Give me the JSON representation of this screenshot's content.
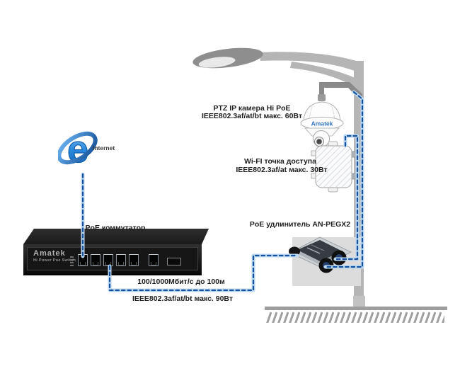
{
  "internet": {
    "label": "Internet"
  },
  "poe_switch": {
    "label": "PoE коммутатор",
    "brand": "Amatek",
    "model": "Hi Power Poe Switch"
  },
  "ptz_camera": {
    "label_line1": "PTZ IP камера Hi PoE",
    "label_line2": "IEEE802.3af/at/bt макс. 60Вт",
    "brand": "Amatek"
  },
  "wifi_ap": {
    "label_line1": "Wi-FI точка доступа",
    "label_line2": "IEEE802.3af/at макс. 30Вт"
  },
  "poe_extender": {
    "label": "PoE удлинитель AN-PEGX2"
  },
  "uplink_cable": {
    "label_line1": "100/1000Мбит/с до 100м",
    "label_line2": "IEEE802.3af/at/bt макс. 90Вт"
  },
  "colors": {
    "cable_dash": "#17509d",
    "cable_casing": "#bcd9f2",
    "pole_gray": "#b5b5b5",
    "bracket_gray": "#8a8a8a",
    "amatek_blue": "#2e6fc0",
    "switch_black": "#161616"
  }
}
